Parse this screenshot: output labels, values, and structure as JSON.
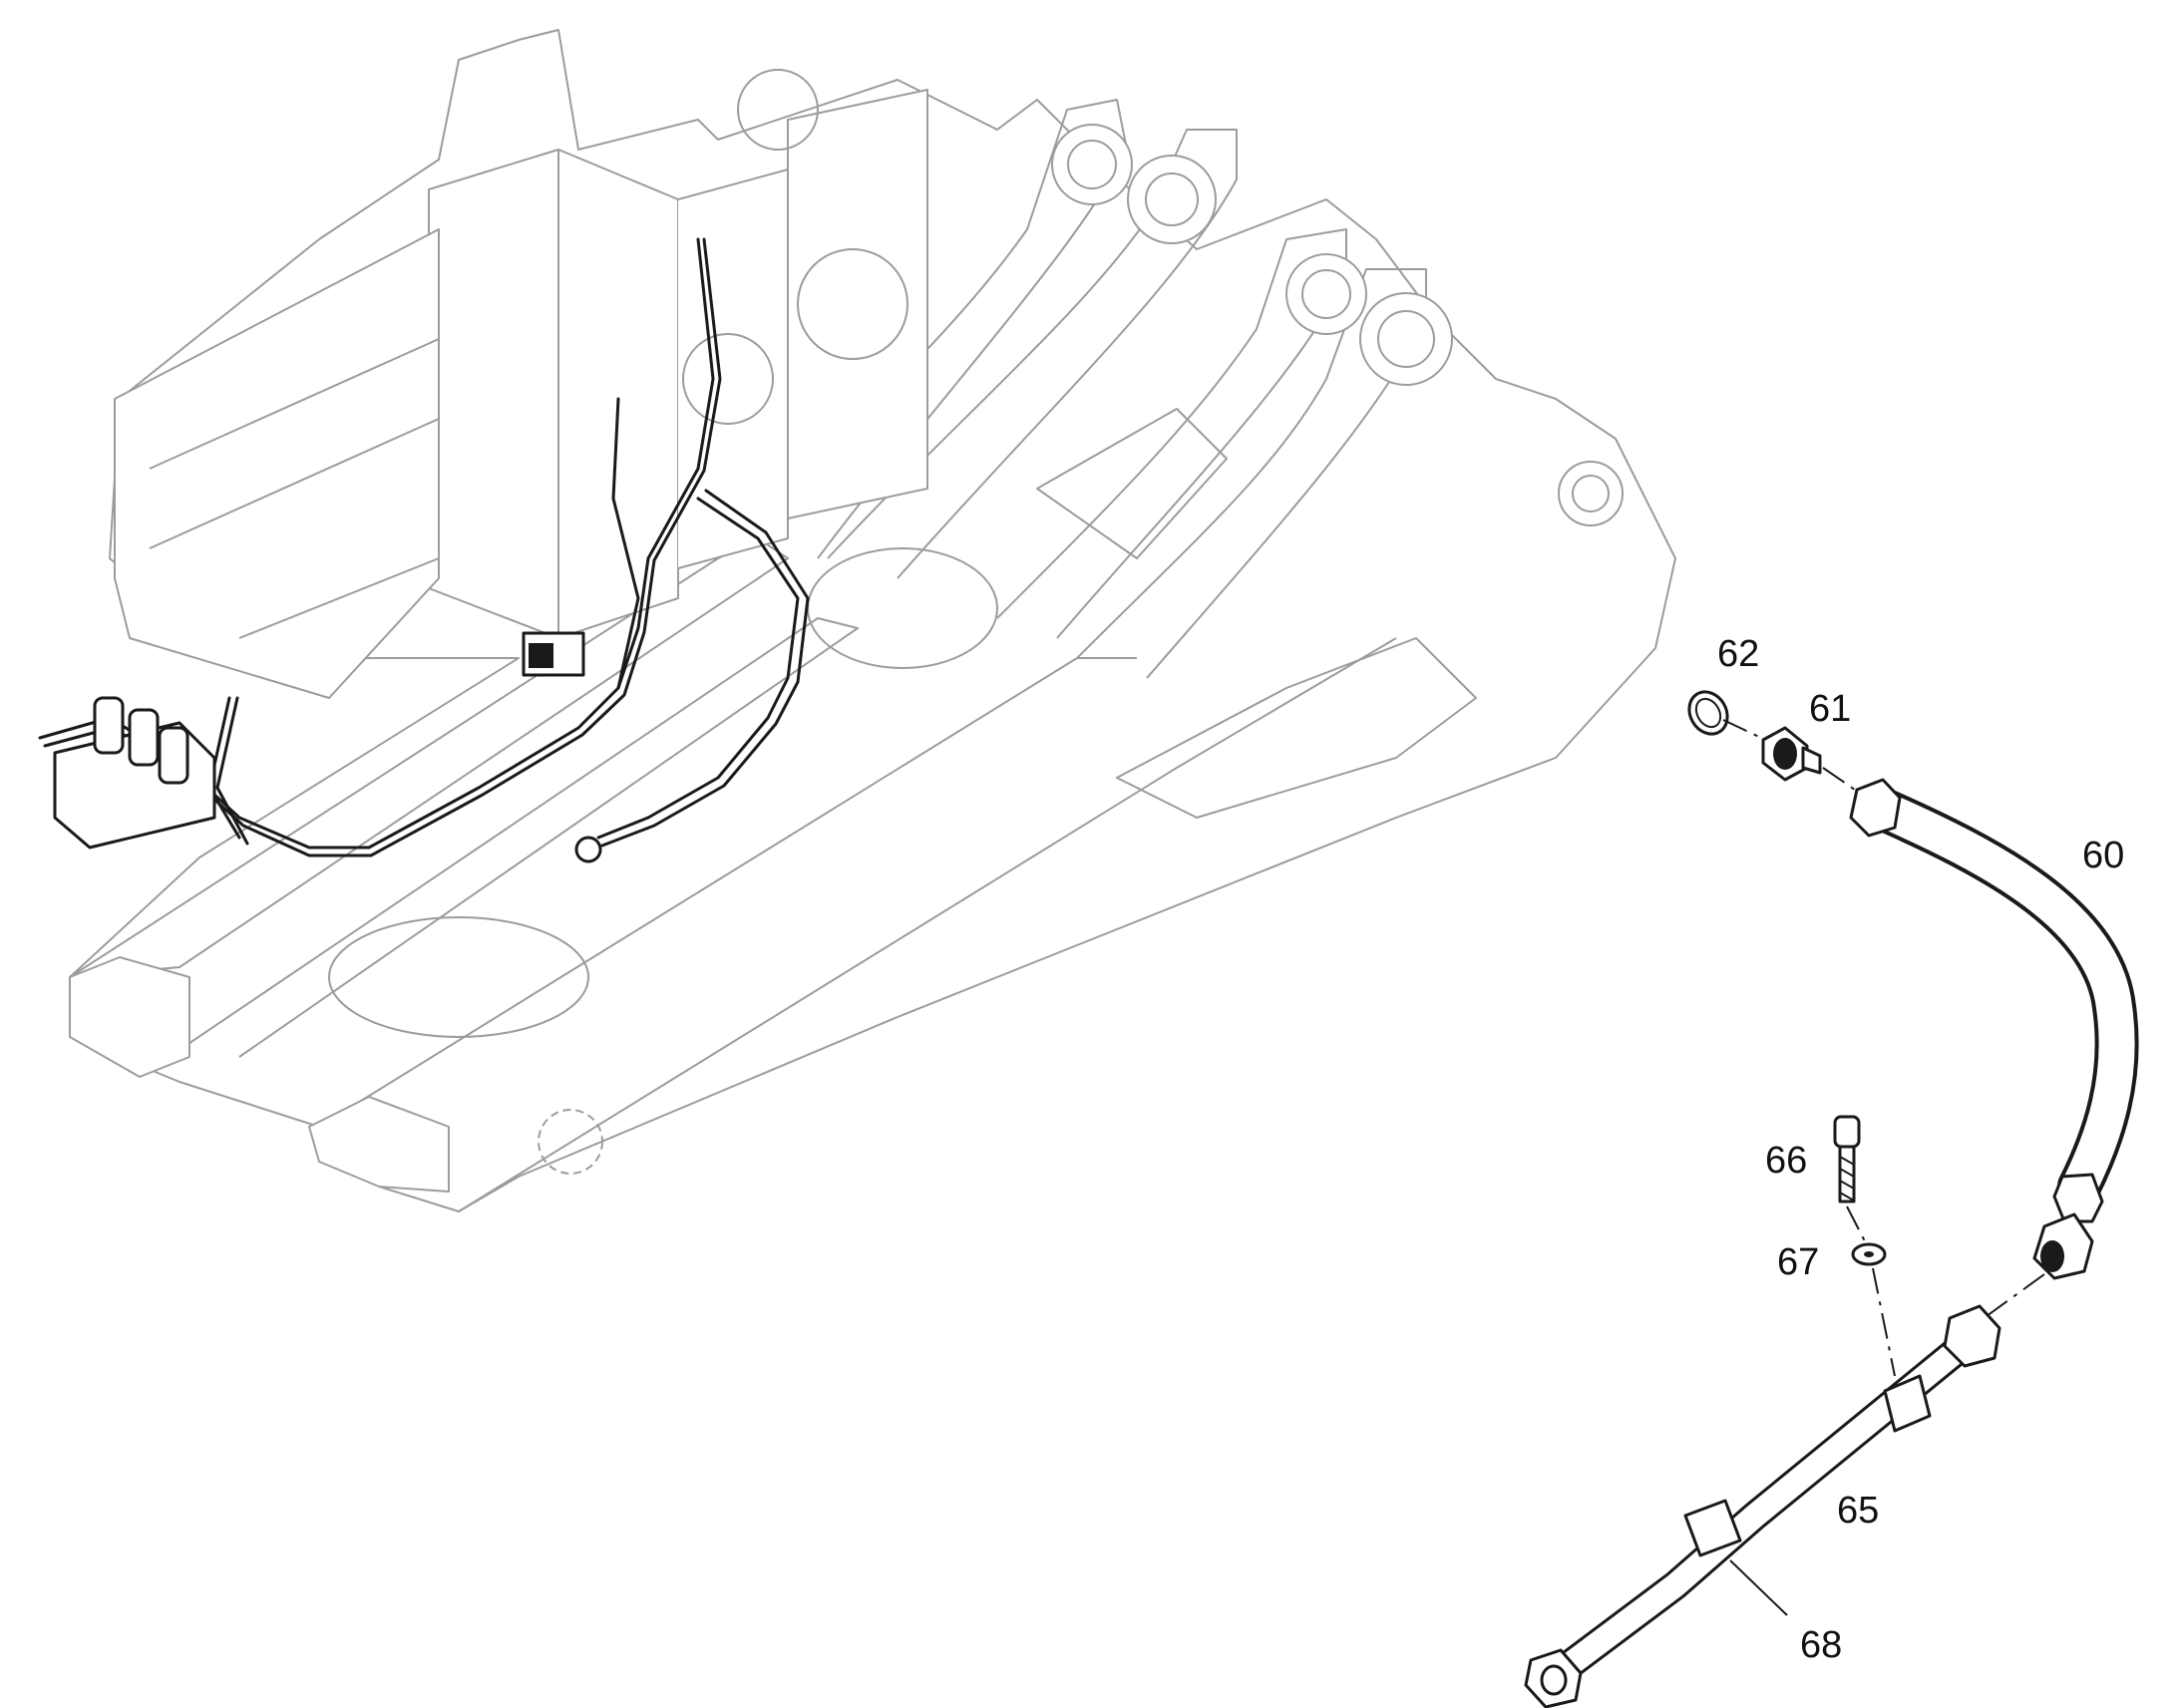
{
  "callouts": {
    "c60": "60",
    "c61": "61",
    "c62": "62",
    "c65": "65",
    "c66": "66",
    "c67": "67",
    "c68": "68"
  },
  "colors": {
    "frame_line": "#9c9c9c",
    "part_line": "#1a1a1a",
    "background": "#ffffff"
  }
}
